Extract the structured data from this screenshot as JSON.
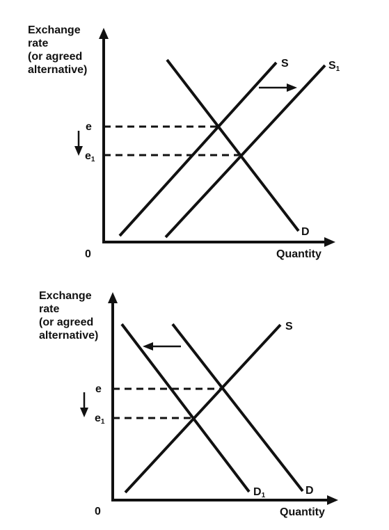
{
  "top_diagram": {
    "y_axis_title": [
      "Exchange",
      "rate",
      "(or agreed",
      "alternative)"
    ],
    "x_axis_title": "Quantity",
    "origin_label": "0",
    "price_label_e": "e",
    "price_label_e1_base": "e",
    "price_label_e1_sub": "1",
    "supply_label": "S",
    "supply_shifted_label_base": "S",
    "supply_shifted_label_sub": "1",
    "demand_label": "D"
  },
  "bottom_diagram": {
    "y_axis_title": [
      "Exchange",
      "rate",
      "(or agreed",
      "alternative)"
    ],
    "x_axis_title": "Quantity",
    "origin_label": "0",
    "price_label_e": "e",
    "price_label_e1_base": "e",
    "price_label_e1_sub": "1",
    "supply_label": "S",
    "demand_label": "D",
    "demand_shifted_label_base": "D",
    "demand_shifted_label_sub": "1"
  }
}
